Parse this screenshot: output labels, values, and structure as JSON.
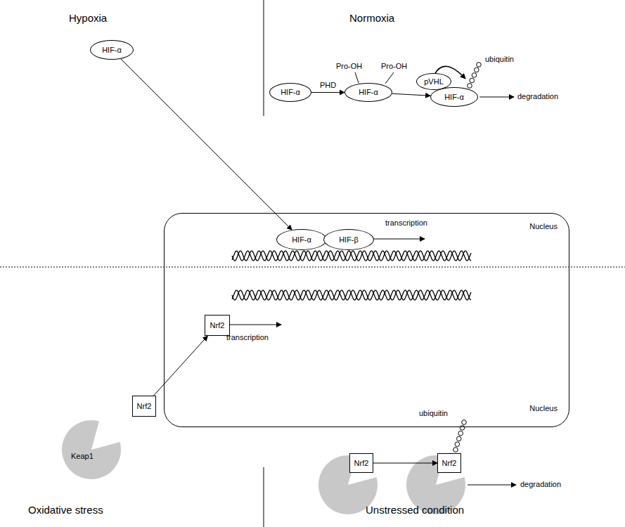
{
  "diagram": {
    "nodes": [
      {
        "text": [
          "HIF-α"
        ]
      },
      {
        "text": [
          "HIF-α"
        ]
      },
      {
        "text": [
          "HIF-α"
        ]
      },
      {
        "text": [
          "pVHL"
        ]
      },
      {
        "text": [
          "HIF-α"
        ]
      },
      {
        "text": [
          "Nucleus",
          "Nucleus"
        ]
      },
      {
        "text": [
          "HIF-α"
        ],
        "in": 5
      },
      {
        "text": [
          "HIF-β"
        ],
        "in": 5
      },
      {
        "text": [
          "Nrf2"
        ],
        "in": 5
      },
      {
        "text": [
          "Nrf2"
        ]
      },
      {
        "text": [
          "Keap1"
        ]
      },
      {
        "text": [
          "Nrf2"
        ]
      },
      {
        "text": [
          "Nrf2"
        ]
      }
    ],
    "edges": [
      {
        "from": 0,
        "to": 6,
        "arrow": "to"
      },
      {
        "from": 1,
        "to": 2,
        "label": "PHD",
        "arrow": "to"
      },
      {
        "from": 2,
        "to": 4,
        "arrow": "to"
      },
      {
        "from": 9,
        "to": 8,
        "arrow": "to"
      },
      {
        "from": 11,
        "to": 12,
        "arrow": "to"
      }
    ],
    "labels": [
      "Hypoxia",
      "Normoxia",
      "Pro-OH",
      "Pro-OH",
      "ubiquitin",
      "degradation",
      "transcription",
      "transcription",
      "Oxidative stress",
      "Unstressed condition",
      "ubiquitin",
      "degradation"
    ]
  }
}
